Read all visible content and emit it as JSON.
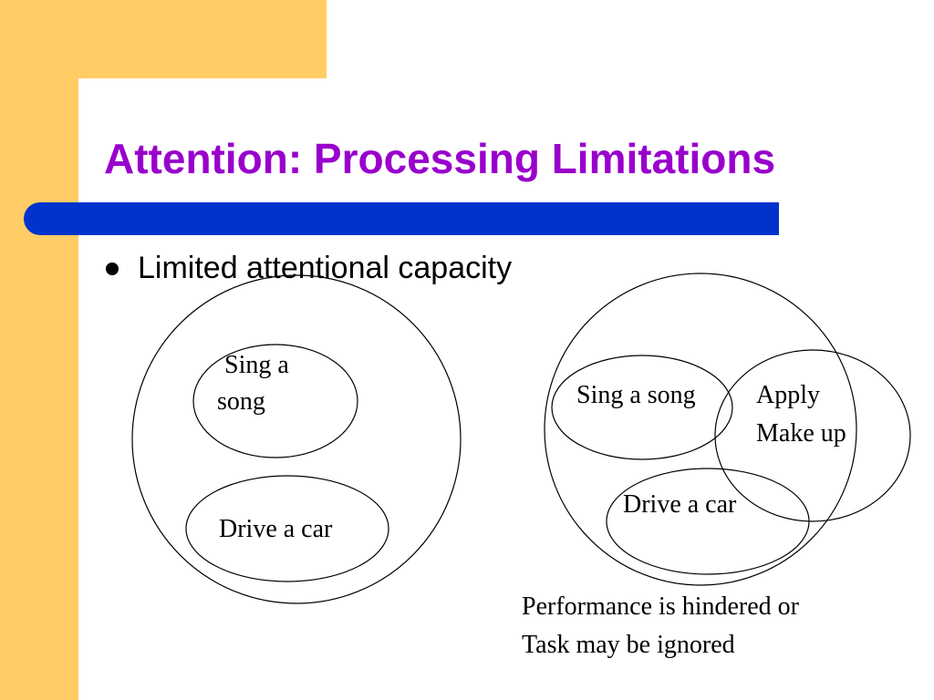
{
  "slide": {
    "title": "Attention: Processing Limitations",
    "bullet": "Limited attentional capacity",
    "colors": {
      "accent_yellow": "#FFCC66",
      "title": "#9900CC",
      "bar": "#0033CC"
    }
  },
  "diagram_left": {
    "task_top_line1": "Sing a",
    "task_top_line2": "song",
    "task_bottom": "Drive a car"
  },
  "diagram_right": {
    "task_sing": "Sing a song",
    "task_makeup_line1": "Apply",
    "task_makeup_line2": "Make up",
    "task_drive": "Drive a car"
  },
  "caption": {
    "line1": "Performance is hindered or",
    "line2": "Task may be ignored"
  }
}
